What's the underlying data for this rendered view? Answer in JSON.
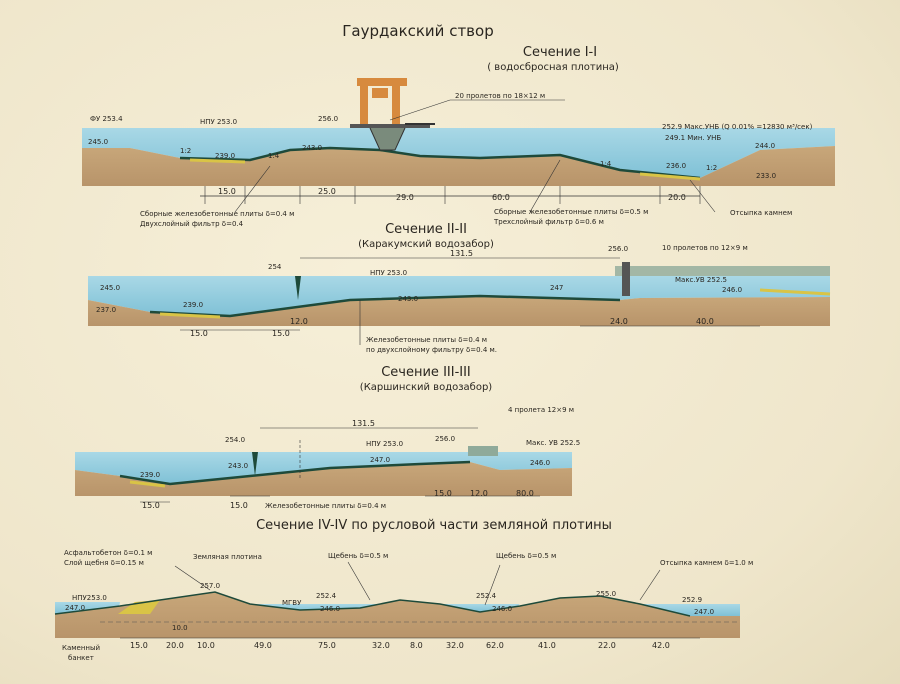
{
  "title": "Гаурдакский створ",
  "sections": [
    {
      "title": "Сечение I-I",
      "subtitle": "( водосбросная плотина)",
      "labels": {
        "spans": "20 пролетов по 18×12 м",
        "fu": "ФУ 253.4",
        "npu": "НПУ 253.0",
        "crest": "256.0",
        "max_unb": "252.9 Макс.УНБ (Q 0.01% =12830 м³/сек)",
        "min_unb": "249.1 Мин. УНБ",
        "e245": "245.0",
        "e239": "239.0",
        "e243": "243.0",
        "e236": "236.0",
        "e244": "244.0",
        "e233": "233.0",
        "slope_a": "1:2",
        "slope_b": "1:4",
        "slope_c": "1:4",
        "slope_d": "1:2"
      },
      "dims": {
        "d0": "15.0",
        "d1": "25.0",
        "d2": "29.0",
        "d3": "60.0",
        "d4": "20.0"
      },
      "notes": {
        "plates": "Сборные железобетонные плиты δ=0.4 м",
        "filter": "Двухслойный фильтр δ=0.4",
        "plates2": "Сборные железобетонные плиты δ=0.5 м",
        "filter2": "Трехслойный фильтр δ=0.6 м",
        "riprap": "Отсыпка камнем"
      }
    },
    {
      "title": "Сечение II-II",
      "subtitle": "(Каракумский водозабор)",
      "labels": {
        "pier": "254",
        "span": "131.5",
        "npu": "НПУ 253.0",
        "crest": "256.0",
        "spans": "10 пролетов по 12×9 м",
        "max": "Макс.УВ 252.5",
        "e245": "245.0",
        "e237": "237.0",
        "e239": "239.0",
        "e243": "243.0",
        "e247": "247",
        "e246": "246.0"
      },
      "dims": {
        "d0": "15.0",
        "d1": "12.0",
        "d2": "15.0",
        "d3": "24.0",
        "d4": "40.0"
      },
      "notes": {
        "plates": "Железобетонные плиты δ=0.4 м",
        "filter": "по двухслойному фильтру δ=0.4 м."
      }
    },
    {
      "title": "Сечение III-III",
      "subtitle": "(Каршинский водозабор)",
      "labels": {
        "spans": "4 пролета 12×9 м",
        "span": "131.5",
        "pier": "254.0",
        "npu": "НПУ 253.0",
        "crest": "256.0",
        "max": "Макс. УВ 252.5",
        "e239": "239.0",
        "e243": "243.0",
        "e247": "247.0",
        "e246": "246.0"
      },
      "dims": {
        "d0": "15.0",
        "d1": "15.0",
        "d2": "15.0",
        "d3": "12.0",
        "d4": "80.0"
      },
      "notes": {
        "plates": "Железобетонные плиты δ=0.4 м"
      }
    },
    {
      "title": "Сечение IV-IV по русловой части земляной плотины",
      "labels": {
        "asphalt": "Асфальтобетон δ=0.1 м",
        "gravel_layer": "Слой щебня δ=0.15 м",
        "dam": "Земляная плотина",
        "crushed1": "Щебень δ=0.5 м",
        "crushed2": "Щебень δ=0.5 м",
        "riprap": "Отсыпка камнем δ=1.0 м",
        "npu": "НПУ253.0",
        "e257": "257.0",
        "e2524a": "252.4",
        "e2524b": "252.4",
        "e255": "255.0",
        "e2529": "252.9",
        "e247l": "247.0",
        "e247r": "247.0",
        "mgvu": "МГВУ",
        "e246a": "246.0",
        "e246b": "246.0",
        "depth": "10.0",
        "banquette1": "Каменный",
        "banquette2": "банкет"
      },
      "dims": {
        "d0": "15.0",
        "d1": "20.0",
        "d2": "10.0",
        "d3": "49.0",
        "d4": "75.0",
        "d5": "32.0",
        "d6": "8.0",
        "d7": "32.0",
        "d8": "62.0",
        "d9": "41.0",
        "d10": "22.0",
        "d11": "42.0"
      }
    }
  ]
}
